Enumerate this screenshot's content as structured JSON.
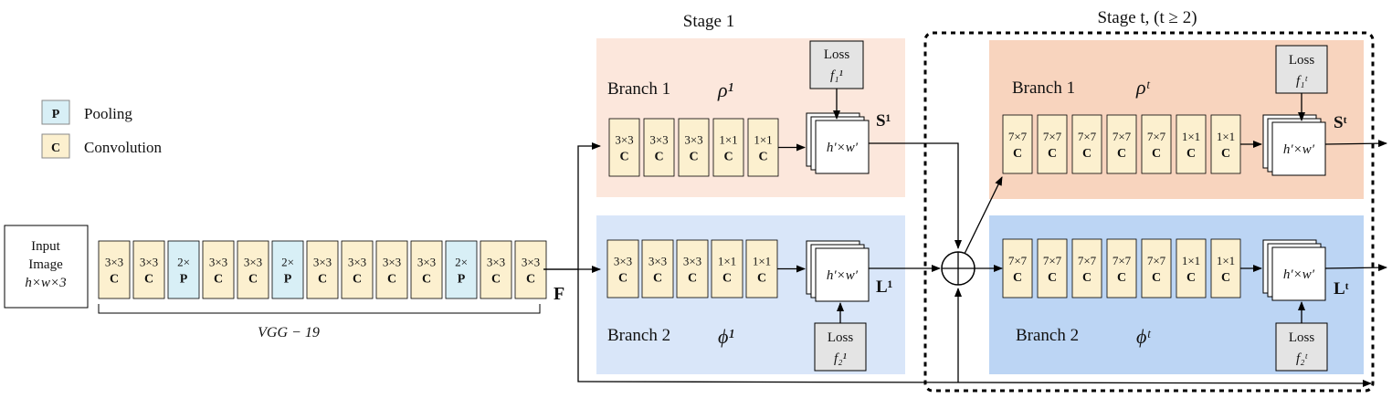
{
  "legend": {
    "pooling": {
      "symbol": "P",
      "label": "Pooling",
      "color": "#d8eff6"
    },
    "convolution": {
      "symbol": "C",
      "label": "Convolution",
      "color": "#fcf0cf"
    }
  },
  "input": {
    "line1": "Input",
    "line2": "Image",
    "line3": "h×w×3"
  },
  "vgg": {
    "label": "VGG − 19",
    "feature_label": "F",
    "blocks": [
      {
        "size": "3×3",
        "type": "C",
        "kind": "conv"
      },
      {
        "size": "3×3",
        "type": "C",
        "kind": "conv"
      },
      {
        "size": "2×",
        "type": "P",
        "kind": "pool"
      },
      {
        "size": "3×3",
        "type": "C",
        "kind": "conv"
      },
      {
        "size": "3×3",
        "type": "C",
        "kind": "conv"
      },
      {
        "size": "2×",
        "type": "P",
        "kind": "pool"
      },
      {
        "size": "3×3",
        "type": "C",
        "kind": "conv"
      },
      {
        "size": "3×3",
        "type": "C",
        "kind": "conv"
      },
      {
        "size": "3×3",
        "type": "C",
        "kind": "conv"
      },
      {
        "size": "3×3",
        "type": "C",
        "kind": "conv"
      },
      {
        "size": "2×",
        "type": "P",
        "kind": "pool"
      },
      {
        "size": "3×3",
        "type": "C",
        "kind": "conv"
      },
      {
        "size": "3×3",
        "type": "C",
        "kind": "conv"
      }
    ]
  },
  "stage1": {
    "title": "Stage 1",
    "branch1": {
      "name": "Branch 1",
      "symbol": "ρ¹",
      "output": "S¹",
      "loss": "Loss",
      "loss_fn": "f₁¹",
      "map": "h′×w′",
      "blocks": [
        {
          "size": "3×3",
          "type": "C"
        },
        {
          "size": "3×3",
          "type": "C"
        },
        {
          "size": "3×3",
          "type": "C"
        },
        {
          "size": "1×1",
          "type": "C"
        },
        {
          "size": "1×1",
          "type": "C"
        }
      ]
    },
    "branch2": {
      "name": "Branch 2",
      "symbol": "ϕ¹",
      "output": "L¹",
      "loss": "Loss",
      "loss_fn": "f₂¹",
      "map": "h′×w′",
      "blocks": [
        {
          "size": "3×3",
          "type": "C"
        },
        {
          "size": "3×3",
          "type": "C"
        },
        {
          "size": "3×3",
          "type": "C"
        },
        {
          "size": "1×1",
          "type": "C"
        },
        {
          "size": "1×1",
          "type": "C"
        }
      ]
    }
  },
  "staget": {
    "title": "Stage t, (t ≥ 2)",
    "branch1": {
      "name": "Branch 1",
      "symbol": "ρᵗ",
      "output": "Sᵗ",
      "loss": "Loss",
      "loss_fn": "f₁ᵗ",
      "map": "h′×w′",
      "blocks": [
        {
          "size": "7×7",
          "type": "C"
        },
        {
          "size": "7×7",
          "type": "C"
        },
        {
          "size": "7×7",
          "type": "C"
        },
        {
          "size": "7×7",
          "type": "C"
        },
        {
          "size": "7×7",
          "type": "C"
        },
        {
          "size": "1×1",
          "type": "C"
        },
        {
          "size": "1×1",
          "type": "C"
        }
      ]
    },
    "branch2": {
      "name": "Branch 2",
      "symbol": "ϕᵗ",
      "output": "Lᵗ",
      "loss": "Loss",
      "loss_fn": "f₂ᵗ",
      "map": "h′×w′",
      "blocks": [
        {
          "size": "7×7",
          "type": "C"
        },
        {
          "size": "7×7",
          "type": "C"
        },
        {
          "size": "7×7",
          "type": "C"
        },
        {
          "size": "7×7",
          "type": "C"
        },
        {
          "size": "7×7",
          "type": "C"
        },
        {
          "size": "1×1",
          "type": "C"
        },
        {
          "size": "1×1",
          "type": "C"
        }
      ]
    }
  },
  "colors": {
    "stage1_branch1_bg": "#fce7dc",
    "stage1_branch2_bg": "#d9e6f9",
    "staget_branch1_bg": "#f8d4be",
    "staget_branch2_bg": "#bcd5f4",
    "conv_block": "#fcf0cf",
    "pool_block": "#d8eff6",
    "loss_box": "#e4e4e4"
  }
}
